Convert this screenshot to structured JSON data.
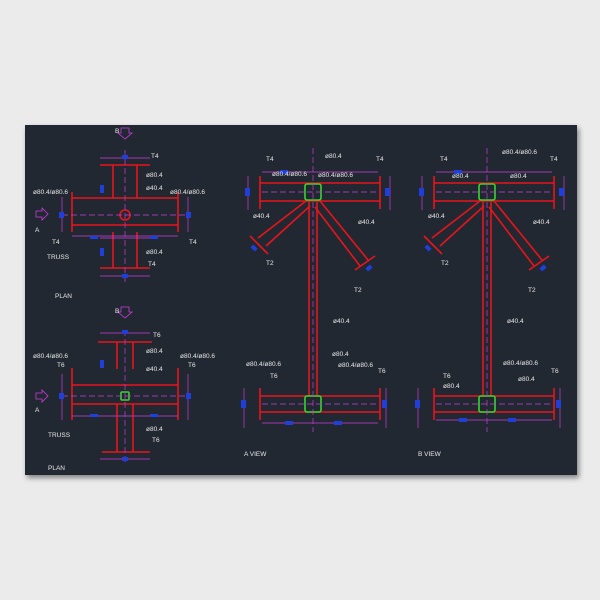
{
  "colors": {
    "background": "#ebebeb",
    "sheet": "#222831",
    "member": "#e8141c",
    "dimension": "#c83cdc",
    "dim_text": "#1f3fd8",
    "node": "#37d62f",
    "text": "#e8e8e8"
  },
  "plan_top": {
    "labels": [
      "B",
      "T4",
      "ø80.4",
      "ø40.4",
      "ø80.4/ø80.6",
      "ø80.4/ø80.6",
      "A",
      "T4",
      "T4",
      "TRUSS",
      "ø80.4",
      "T4",
      "PLAN"
    ]
  },
  "plan_bottom": {
    "labels": [
      "B",
      "T6",
      "ø80.4",
      "ø80.4/ø80.6",
      "ø80.4/ø80.6",
      "T6",
      "T6",
      "ø40.4",
      "A",
      "TRUSS",
      "ø80.4",
      "T6",
      "PLAN"
    ]
  },
  "a_view": {
    "labels": [
      "T4",
      "ø80.4",
      "T4",
      "ø80.4/ø80.6",
      "ø80.4/ø80.6",
      "ø40.4",
      "ø40.4",
      "T2",
      "T2",
      "ø40.4",
      "ø80.4",
      "ø80.4/ø80.6",
      "ø80.4/ø80.6",
      "T6",
      "T6",
      "A VIEW"
    ]
  },
  "b_view": {
    "labels": [
      "T4",
      "ø80.4/ø80.6",
      "T4",
      "ø80.4",
      "ø80.4",
      "ø40.4",
      "ø40.4",
      "T2",
      "T2",
      "ø40.4",
      "ø80.4/ø80.6",
      "T6",
      "ø80.4",
      "T6",
      "ø80.4",
      "B VIEW"
    ]
  }
}
